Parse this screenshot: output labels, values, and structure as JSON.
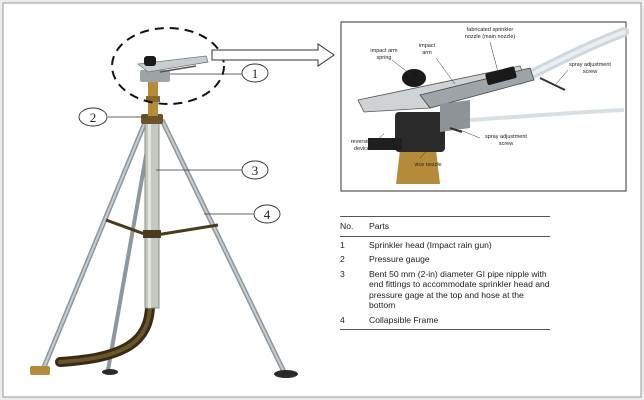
{
  "callouts": [
    "1",
    "2",
    "3",
    "4"
  ],
  "inset_labels": {
    "fabricated_nozzle": [
      "fabricated sprinkler",
      "nozzle (main nozzle)"
    ],
    "impact_arm": [
      "impact",
      "arm"
    ],
    "impact_arm_spring": [
      "impact arm",
      "spring"
    ],
    "spray_screw_top": [
      "spray adjustment",
      "screw"
    ],
    "reversing_device": [
      "reversing",
      "device"
    ],
    "spray_screw_bottom": [
      "spray adjustment",
      "screw"
    ],
    "vice_nozzle": "vice nozzle"
  },
  "table": {
    "header": {
      "no": "No.",
      "parts": "Parts"
    },
    "rows": [
      {
        "no": "1",
        "part": "Sprinkler head (Impact rain gun)"
      },
      {
        "no": "2",
        "part": "Pressure gauge"
      },
      {
        "no": "3",
        "part": "Bent 50 mm (2-in) diameter GI pipe nipple with end fittings to accommodate sprinkler head and pressure gage at the top and hose at the bottom"
      },
      {
        "no": "4",
        "part": "Collapsible Frame"
      }
    ]
  },
  "colors": {
    "frame": "#9aa4ab",
    "pipe": "#bfc4bd",
    "hose": "#4a3a1e",
    "brass": "#b58a3a",
    "dark": "#1a1a1a"
  }
}
